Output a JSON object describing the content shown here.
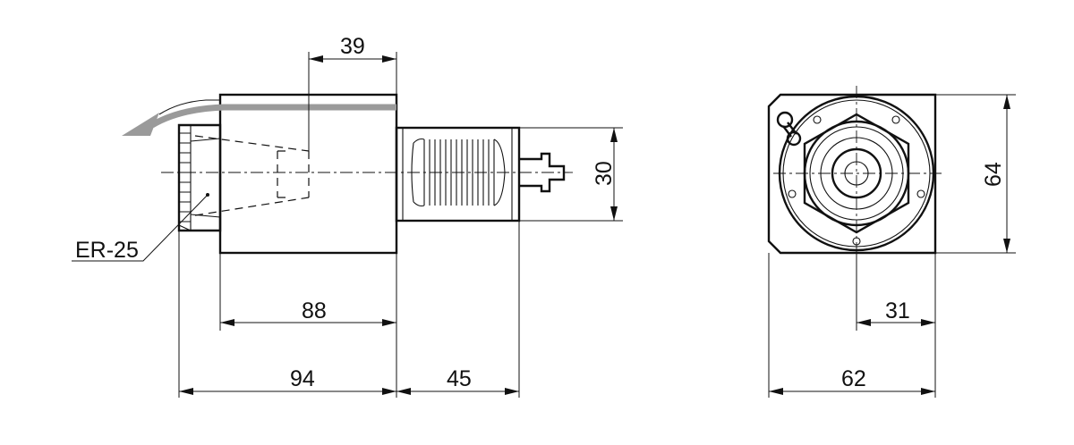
{
  "labels": {
    "collet": "ER-25",
    "dim_39": "39",
    "dim_30": "30",
    "dim_64": "64",
    "dim_88": "88",
    "dim_94": "94",
    "dim_45": "45",
    "dim_31": "31",
    "dim_62": "62"
  },
  "colors": {
    "line": "#111111",
    "coolant_arrow": "#9a9a9a",
    "background": "#ffffff"
  }
}
